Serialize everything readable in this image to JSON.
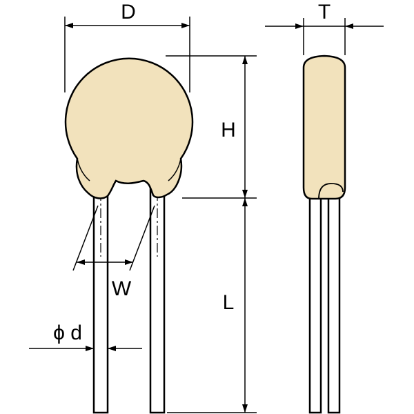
{
  "diagram": {
    "labels": {
      "diameter": "D",
      "thickness": "T",
      "height": "H",
      "lead_length": "L",
      "lead_spacing": "W",
      "lead_diameter": "ϕ d"
    },
    "colors": {
      "body_fill": "#F2E2BC",
      "line": "#000000",
      "background": "#FFFFFF"
    }
  }
}
